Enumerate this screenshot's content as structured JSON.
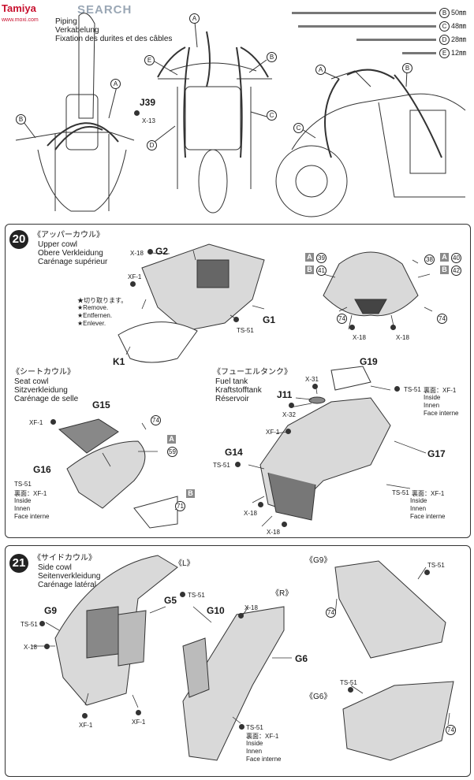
{
  "watermark": {
    "logo": "Tamiya",
    "search": "SEARCH",
    "url": "www.moxi.com"
  },
  "top": {
    "title_lines": [
      "Piping",
      "Verkabelung",
      "Fixation des durites et des câbles"
    ],
    "cables": [
      {
        "letter": "B",
        "length": "50㎜"
      },
      {
        "letter": "C",
        "length": "48㎜"
      },
      {
        "letter": "D",
        "length": "28㎜"
      },
      {
        "letter": "E",
        "length": "12㎜"
      }
    ],
    "labels": {
      "A": "A",
      "B": "B",
      "C": "C",
      "D": "D",
      "E": "E",
      "j39": "J39",
      "x13": "X-13"
    }
  },
  "step20": {
    "number": "20",
    "upper_cowl": {
      "jp": "《アッパーカウル》",
      "en": "Upper cowl",
      "de": "Obere Verkleidung",
      "fr": "Carénage supérieur"
    },
    "cut_note": [
      "★切り取ります。",
      "★Remove.",
      "★Entfernen.",
      "★Enlever."
    ],
    "seat_cowl": {
      "jp": "《シートカウル》",
      "en": "Seat cowl",
      "de": "Sitzverkleidung",
      "fr": "Carénage de selle"
    },
    "fuel_tank": {
      "jp": "《フューエルタンク》",
      "en": "Fuel tank",
      "de": "Kraftstofftank",
      "fr": "Réservoir"
    },
    "inside": {
      "jp": "裏面：XF-1",
      "en": "Inside",
      "de": "Innen",
      "fr": "Face interne"
    },
    "parts": {
      "g1": "G1",
      "g2": "G2",
      "k1": "K1",
      "g15": "G15",
      "g16": "G16",
      "g19": "G19",
      "g14": "G14",
      "g17": "G17",
      "j11": "J11"
    },
    "paints": {
      "x18": "X-18",
      "xf1": "XF-1",
      "ts51": "TS-51",
      "x31": "X-31",
      "x32": "X-32"
    },
    "sq_a": "A",
    "sq_b": "B",
    "decals": {
      "d38": "38",
      "d39": "39",
      "d40": "40",
      "d41": "41",
      "d42": "42",
      "d74": "74",
      "d59": "59",
      "d71": "71"
    }
  },
  "step21": {
    "number": "21",
    "side_cowl": {
      "jp": "《サイドカウル》",
      "en": "Side cowl",
      "de": "Seitenverkleidung",
      "fr": "Carénage latéral"
    },
    "left": "《L》",
    "right": "《R》",
    "g9_title": "《G9》",
    "g6_title": "《G6》",
    "parts": {
      "g9": "G9",
      "g5": "G5",
      "g10": "G10",
      "g6": "G6"
    },
    "inside": {
      "jp": "裏面：XF-1",
      "en": "Inside",
      "de": "Innen",
      "fr": "Face interne"
    },
    "paints": {
      "ts51": "TS-51",
      "x18": "X-18",
      "xf1": "XF-1"
    },
    "decals": {
      "d74": "74"
    }
  }
}
